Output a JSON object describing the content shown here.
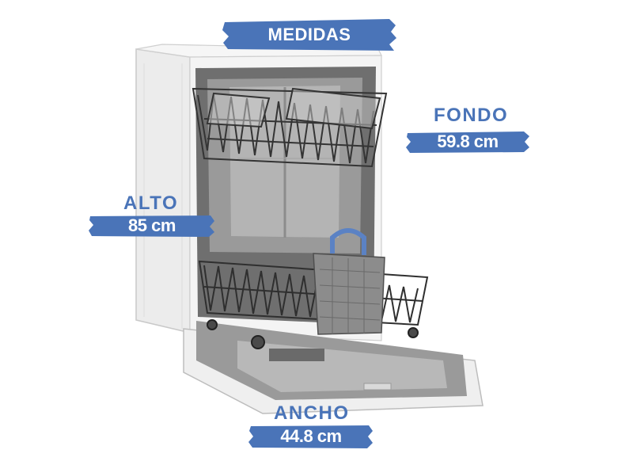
{
  "title": "MEDIDAS",
  "dimensions": {
    "fondo": {
      "label": "FONDO",
      "value": "59.8 cm"
    },
    "alto": {
      "label": "ALTO",
      "value": "85 cm"
    },
    "ancho": {
      "label": "ANCHO",
      "value": "44.8 cm"
    }
  },
  "colors": {
    "accent": "#4a74b8",
    "appliance_body": "#f2f2f2",
    "interior": "#8a8a8a",
    "rack": "#3a3a3a",
    "handle": "#5b82c4"
  }
}
